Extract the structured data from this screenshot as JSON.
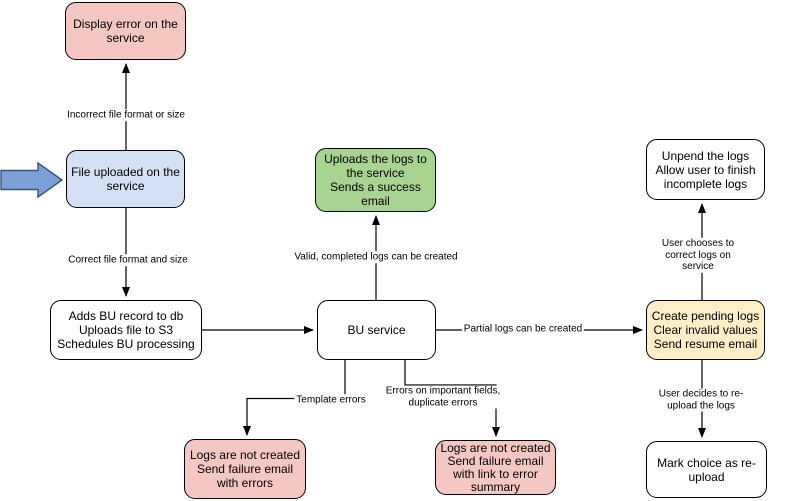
{
  "diagram": {
    "type": "flowchart",
    "nodes": {
      "display_error": "Display error on the\nservice",
      "file_uploaded": "File uploaded on the\nservice",
      "adds_bu_record": "Adds BU record to db\nUploads file to S3\nSchedules BU processing",
      "bu_service": "BU service",
      "uploads_logs_success": "Uploads the logs to\nthe service\nSends a success\nemail",
      "unpend_logs": "Unpend the logs\nAllow user to finish\nincomplete logs",
      "create_pending_logs": "Create pending logs\nClear invalid values\nSend resume email",
      "mark_reupload": "Mark choice as re-\nupload",
      "logs_not_created_errors": "Logs are not created\nSend failure email\nwith errors",
      "logs_not_created_summary": "Logs are not created\nSend failure email\nwith link to error\nsummary"
    },
    "edge_labels": {
      "incorrect_file": "Incorrect file format or size",
      "correct_file": "Correct file format and size",
      "valid_logs": "Valid, completed logs can be created",
      "partial_logs": "Partial logs can be created",
      "template_errors": "Template errors",
      "important_field_errors": "Errors on important fields,\nduplicate errors",
      "user_corrects": "User chooses to correct logs on service",
      "user_reuploads": "User decides to re-upload the logs"
    },
    "colors": {
      "node_pink": "#f5c7c3",
      "node_blue": "#d4e1f5",
      "node_green": "#a7d490",
      "node_yellow": "#ffefc6",
      "node_white": "#ffffff",
      "node_stroke": "#000000",
      "edge_stroke": "#000000",
      "entry_arrow_fill": "#7c9fd8",
      "entry_arrow_stroke": "#36547e",
      "background": "#ffffff"
    }
  }
}
